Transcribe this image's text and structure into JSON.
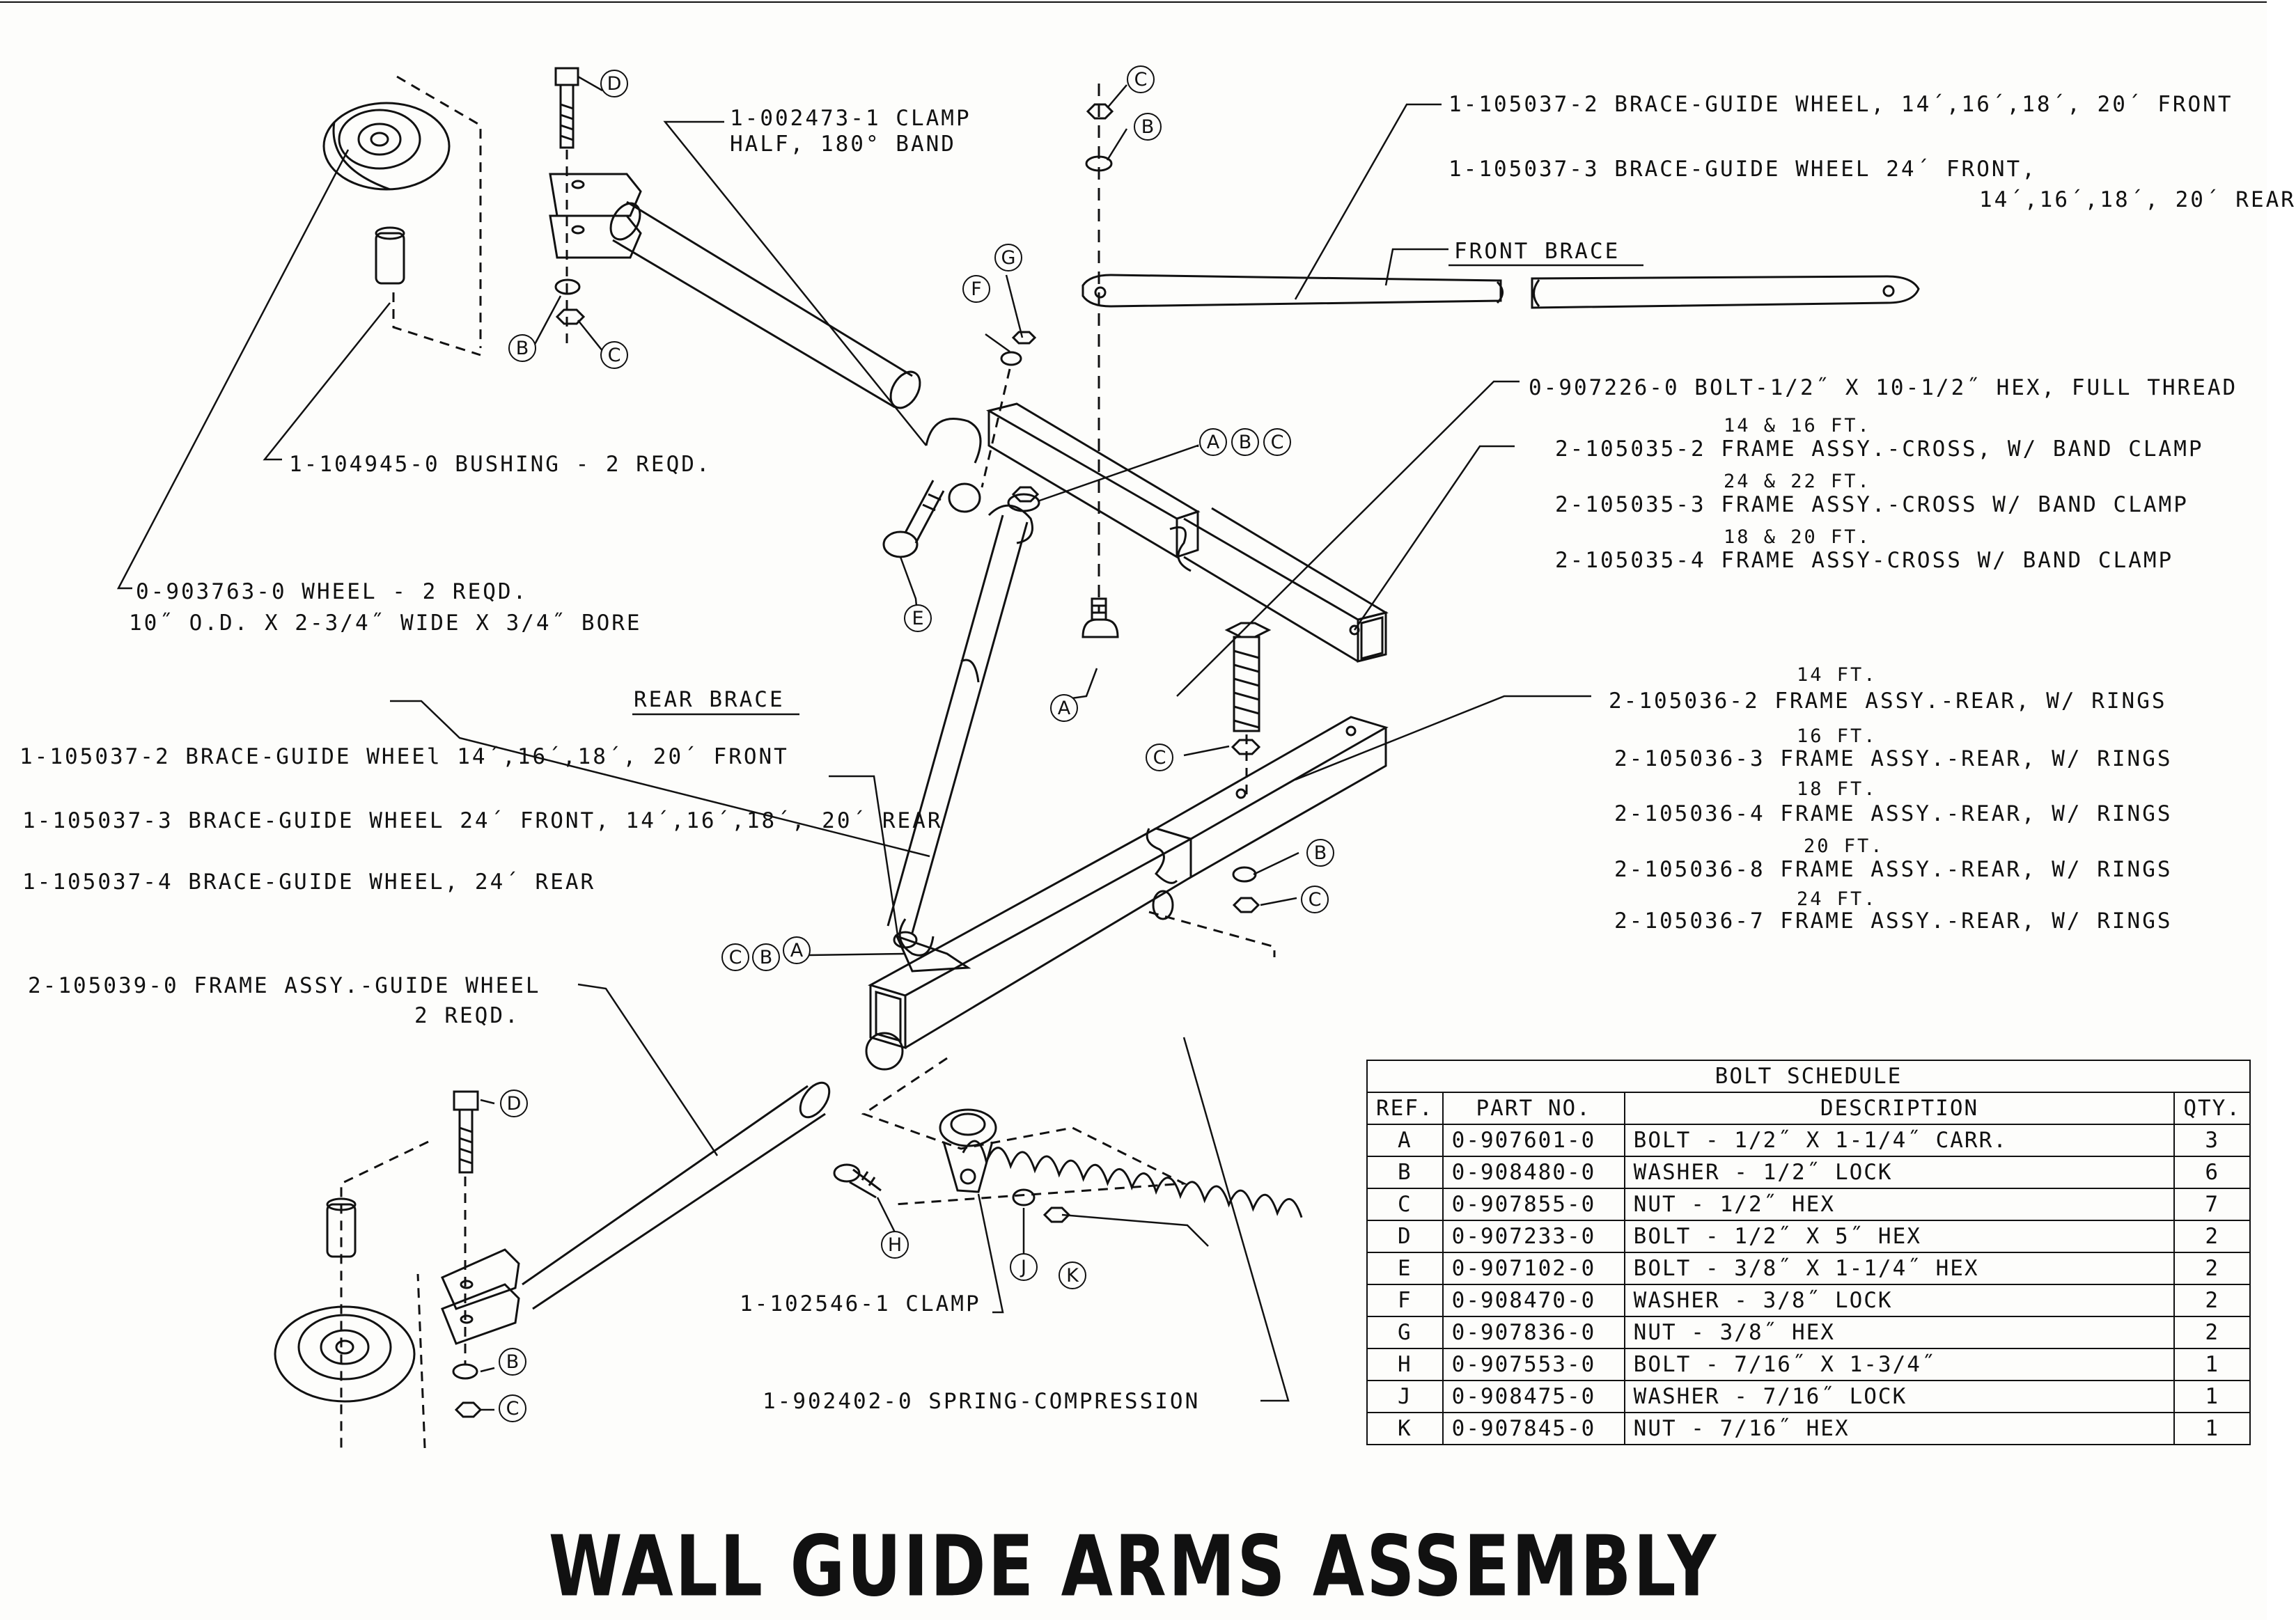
{
  "title": "WALL GUIDE ARMS ASSEMBLY",
  "labels": {
    "clamp_half": [
      "1-002473-1 CLAMP",
      "HALF, 180° BAND"
    ],
    "brace_front_1": "1-105037-2  BRACE-GUIDE WHEEL, 14´,16´,18´, 20´ FRONT",
    "brace_front_2": "1-105037-3  BRACE-GUIDE WHEEL 24´ FRONT,",
    "brace_front_2b": "14´,16´,18´, 20´ REAR",
    "front_brace": "FRONT BRACE",
    "bushing": "1-104945-0  BUSHING - 2 REQD.",
    "bolt_full": "0-907226-0  BOLT-1/2˝ X 10-1/2˝ HEX, FULL THREAD",
    "cross_2_size": "14 & 16 FT.",
    "cross_2": "2-105035-2  FRAME ASSY.-CROSS, W/ BAND CLAMP",
    "cross_3_size": "24 & 22 FT.",
    "cross_3": "2-105035-3  FRAME ASSY.-CROSS W/ BAND CLAMP",
    "cross_4_size": "18 & 20 FT.",
    "cross_4": "2-105035-4  FRAME ASSY-CROSS W/ BAND CLAMP",
    "wheel": [
      "0-903763-0   WHEEL - 2 REQD.",
      "10˝ O.D.  X 2-3/4˝ WIDE  X 3/4˝ BORE"
    ],
    "rear_brace": "REAR BRACE",
    "rear_brace_1": "1-105037-2  BRACE-GUIDE WHEEl 14´,16´,18´, 20´ FRONT",
    "rear_brace_2": "1-105037-3  BRACE-GUIDE WHEEL 24´ FRONT, 14´,16´,18´, 20´ REAR",
    "rear_brace_3": "1-105037-4  BRACE-GUIDE WHEEL, 24´ REAR",
    "rear_frames": [
      {
        "size": "14 FT.",
        "text": "2-105036-2  FRAME ASSY.-REAR, W/ RINGS"
      },
      {
        "size": "16 FT.",
        "text": "2-105036-3  FRAME ASSY.-REAR, W/ RINGS"
      },
      {
        "size": "18 FT.",
        "text": "2-105036-4  FRAME ASSY.-REAR, W/ RINGS"
      },
      {
        "size": "20 FT.",
        "text": "2-105036-8  FRAME ASSY.-REAR, W/ RINGS"
      },
      {
        "size": "24 FT.",
        "text": "2-105036-7  FRAME ASSY.-REAR, W/ RINGS"
      }
    ],
    "guide_frame": [
      "2-105039-0  FRAME ASSY.-GUIDE WHEEL",
      "2 REQD."
    ],
    "clamp": "1-102546-1 CLAMP",
    "spring": "1-902402-0 SPRING-COMPRESSION"
  },
  "callouts": [
    "D",
    "C",
    "B",
    "G",
    "F",
    "A",
    "B",
    "C",
    "B",
    "C",
    "E",
    "A",
    "C",
    "B",
    "C",
    "C",
    "B",
    "A",
    "D",
    "B",
    "C",
    "H",
    "J",
    "K"
  ],
  "bolt_schedule": {
    "caption": "BOLT SCHEDULE",
    "headers": [
      "REF.",
      "PART NO.",
      "DESCRIPTION",
      "QTY."
    ],
    "rows": [
      [
        "A",
        "0-907601-0",
        "BOLT - 1/2˝ X 1-1/4˝ CARR.",
        "3"
      ],
      [
        "B",
        "0-908480-0",
        "WASHER - 1/2˝ LOCK",
        "6"
      ],
      [
        "C",
        "0-907855-0",
        "NUT - 1/2˝ HEX",
        "7"
      ],
      [
        "D",
        "0-907233-0",
        "BOLT - 1/2˝ X 5˝ HEX",
        "2"
      ],
      [
        "E",
        "0-907102-0",
        "BOLT - 3/8˝ X 1-1/4˝ HEX",
        "2"
      ],
      [
        "F",
        "0-908470-0",
        "WASHER - 3/8˝ LOCK",
        "2"
      ],
      [
        "G",
        "0-907836-0",
        "NUT - 3/8˝ HEX",
        "2"
      ],
      [
        "H",
        "0-907553-0",
        "BOLT - 7/16˝ X 1-3/4˝",
        "1"
      ],
      [
        "J",
        "0-908475-0",
        "WASHER - 7/16˝ LOCK",
        "1"
      ],
      [
        "K",
        "0-907845-0",
        "NUT - 7/16˝ HEX",
        "1"
      ]
    ]
  }
}
